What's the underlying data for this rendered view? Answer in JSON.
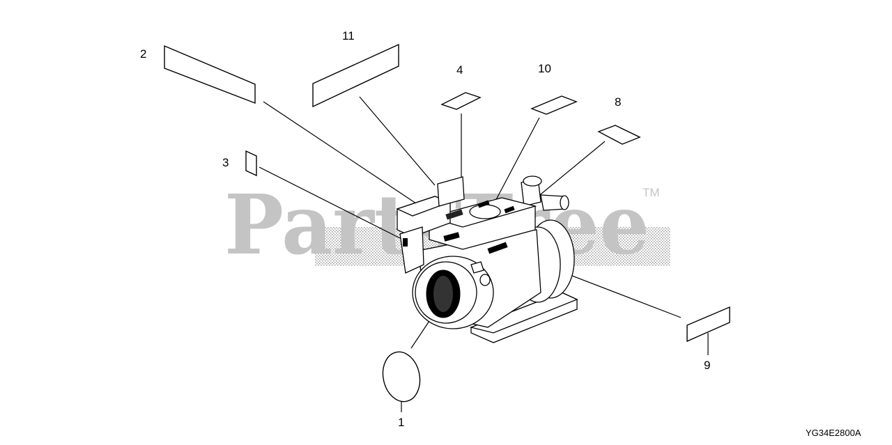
{
  "watermark": {
    "brand": "PartsTree",
    "trademark": "TM"
  },
  "diagram_code": "YG34E2800A",
  "callouts": [
    {
      "id": "1",
      "label": "1"
    },
    {
      "id": "2",
      "label": "2"
    },
    {
      "id": "3",
      "label": "3"
    },
    {
      "id": "4",
      "label": "4"
    },
    {
      "id": "8",
      "label": "8"
    },
    {
      "id": "9",
      "label": "9"
    },
    {
      "id": "10",
      "label": "10"
    },
    {
      "id": "11",
      "label": "11"
    }
  ]
}
